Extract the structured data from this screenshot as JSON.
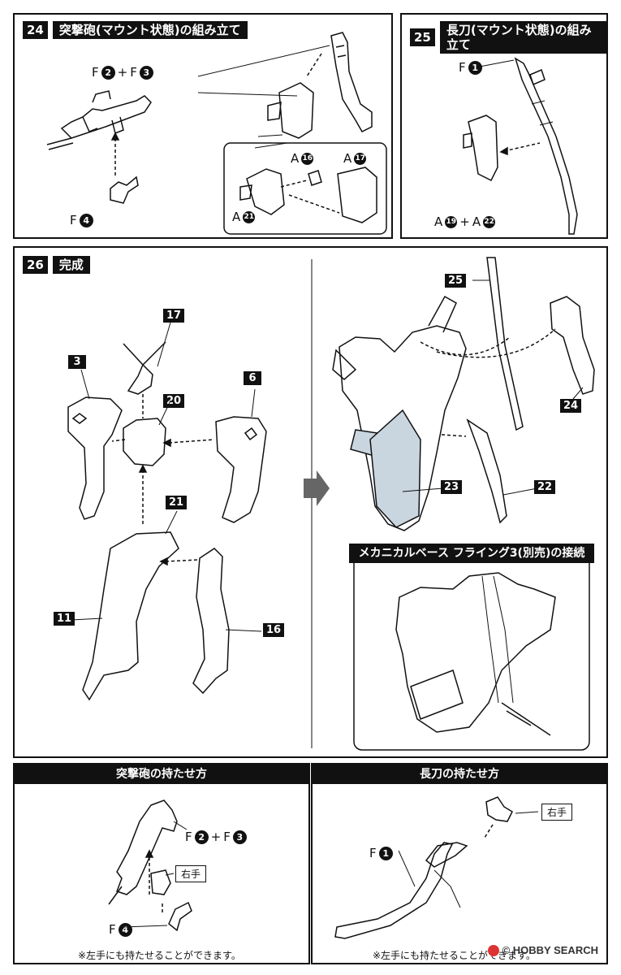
{
  "step24": {
    "num": "24",
    "title": "突撃砲(マウント状態)の組み立て",
    "l_f2f3": {
      "a": "F",
      "n1": "2",
      "plus": "+",
      "b": "F",
      "n2": "3"
    },
    "l_f4": {
      "a": "F",
      "n": "4"
    },
    "l_a16": {
      "a": "A",
      "n": "16"
    },
    "l_a17": {
      "a": "A",
      "n": "17"
    },
    "l_a21": {
      "a": "A",
      "n": "21"
    }
  },
  "step25": {
    "num": "25",
    "title": "長刀(マウント状態)の組み立て",
    "l_f1": {
      "a": "F",
      "n": "1"
    },
    "l_a19a22": {
      "a": "A",
      "n1": "19",
      "plus": "+",
      "b": "A",
      "n2": "22"
    }
  },
  "step26": {
    "num": "26",
    "title": "完成",
    "callouts": {
      "c17": "17",
      "c3": "3",
      "c20": "20",
      "c6": "6",
      "c21": "21",
      "c11": "11",
      "c16": "16",
      "c25": "25",
      "c24": "24",
      "c23": "23",
      "c22": "22"
    },
    "subheading": "メカニカルベース フライング3(別売)の接続"
  },
  "bottom_left": {
    "heading": "突撃砲の持たせ方",
    "l_f2f3": {
      "a": "F",
      "n1": "2",
      "plus": "+",
      "b": "F",
      "n2": "3"
    },
    "l_f4": {
      "a": "F",
      "n": "4"
    },
    "tag": "右手",
    "note": "※左手にも持たせることができます。"
  },
  "bottom_right": {
    "heading": "長刀の持たせ方",
    "l_f1": {
      "a": "F",
      "n": "1"
    },
    "tag": "右手",
    "note": "※左手にも持たせることができます。"
  },
  "watermark": {
    "text": "© HOBBY SEARCH"
  },
  "colors": {
    "ink": "#111111",
    "shield_fill": "#c9d6e0"
  }
}
